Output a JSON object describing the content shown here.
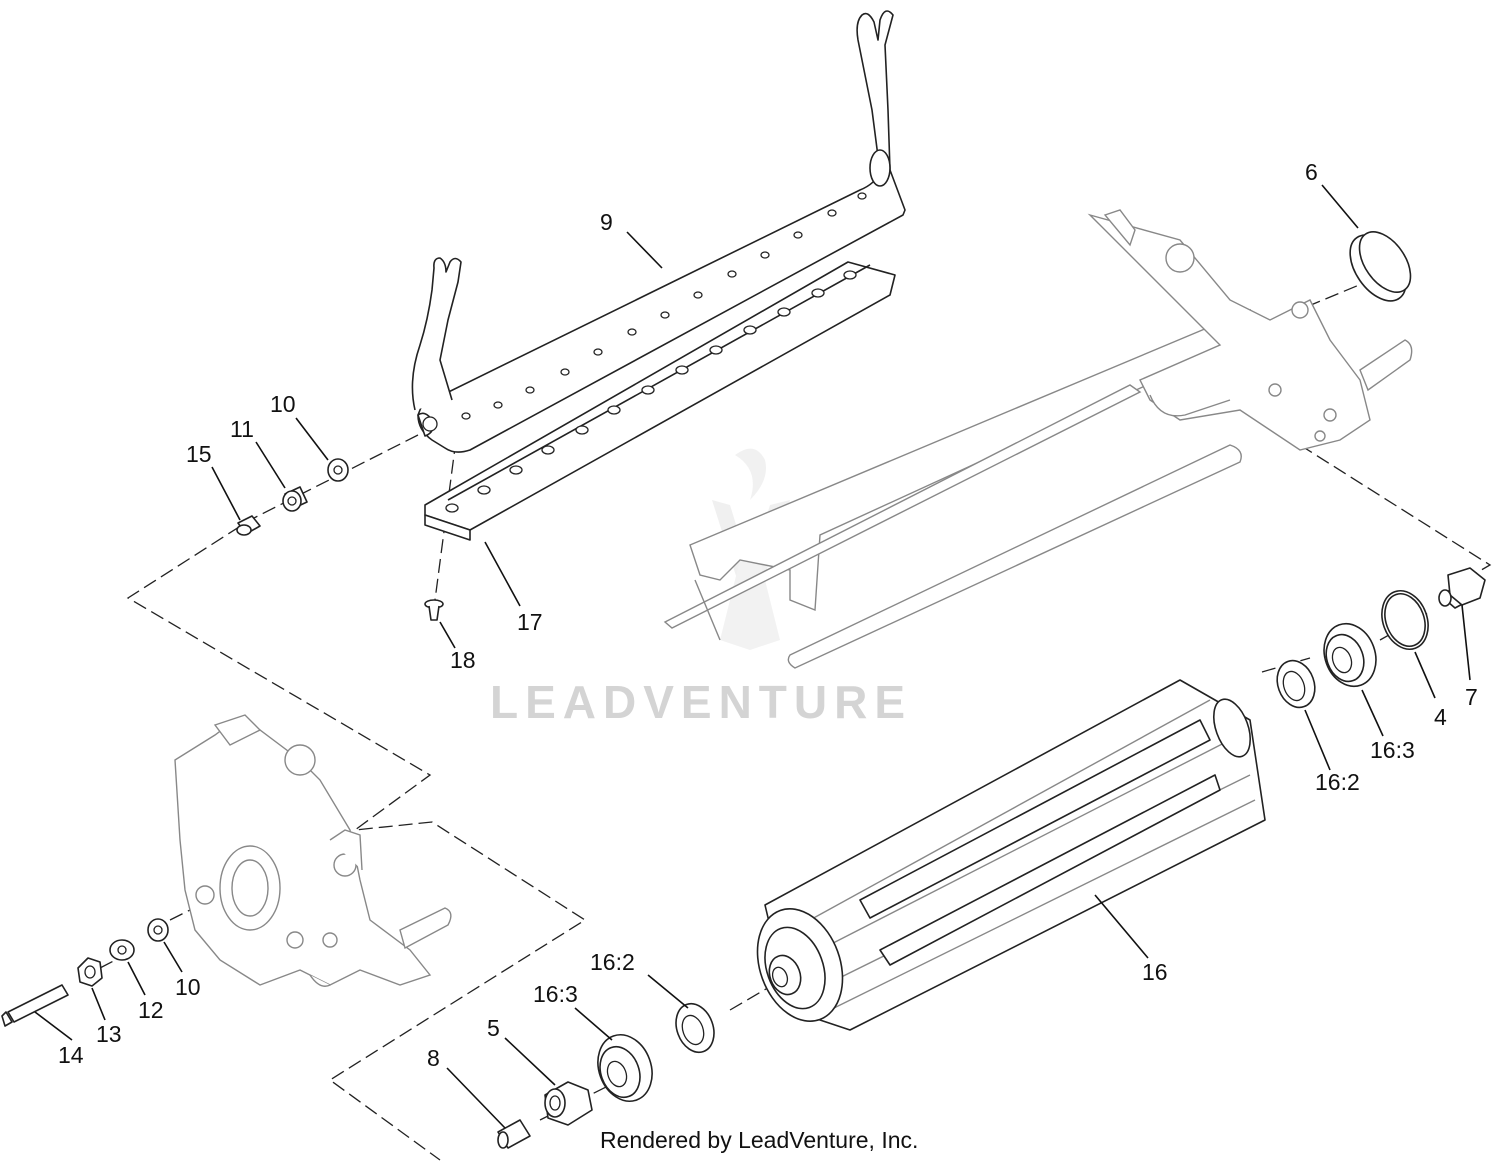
{
  "watermark": {
    "brand": "LEADVENTURE"
  },
  "footer": {
    "rendered_by": "Rendered by LeadVenture, Inc."
  },
  "callouts": {
    "c9": "9",
    "c6": "6",
    "c10a": "10",
    "c11": "11",
    "c15": "15",
    "c17": "17",
    "c18": "18",
    "c7": "7",
    "c4": "4",
    "c16_3a": "16:3",
    "c16_2a": "16:2",
    "c16": "16",
    "c10b": "10",
    "c12": "12",
    "c13": "13",
    "c14": "14",
    "c8": "8",
    "c5": "5",
    "c16_3b": "16:3",
    "c16_2b": "16:2"
  }
}
